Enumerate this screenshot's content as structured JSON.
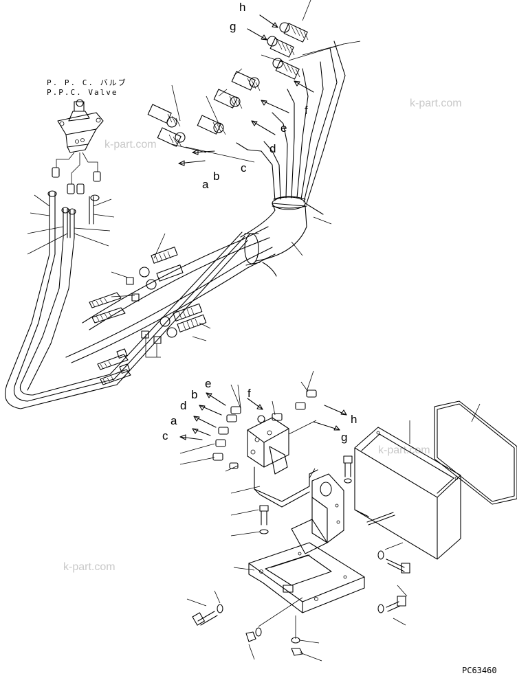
{
  "valve_label_jp": "P. P. C. バルブ",
  "valve_label_en": "P.P.C. Valve",
  "drawing_code": "PC63460",
  "watermark": "k-part.com",
  "letters": {
    "a": "a",
    "b": "b",
    "c": "c",
    "d": "d",
    "e": "e",
    "f": "f",
    "g": "g",
    "h": "h"
  }
}
